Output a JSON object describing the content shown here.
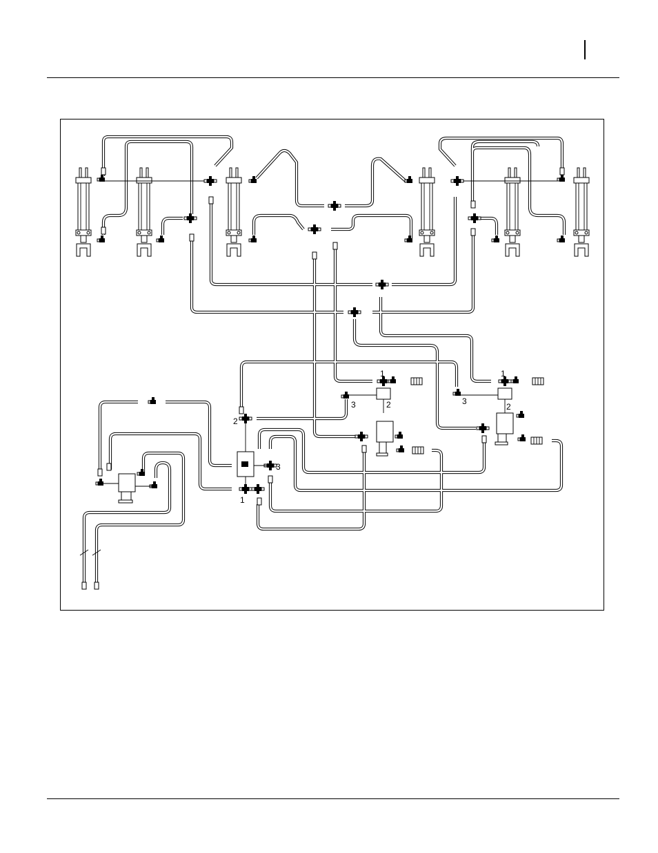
{
  "header": {
    "page_mark": ""
  },
  "diagram": {
    "callouts": [
      {
        "id": "c1-top",
        "text": "1"
      },
      {
        "id": "c2-top",
        "text": "2"
      },
      {
        "id": "c3-top",
        "text": "3"
      },
      {
        "id": "c1-right",
        "text": "1"
      },
      {
        "id": "c2-right",
        "text": "2"
      },
      {
        "id": "c3-right",
        "text": "3"
      },
      {
        "id": "c2-left",
        "text": "2"
      },
      {
        "id": "c3-left",
        "text": "3"
      },
      {
        "id": "c1-left",
        "text": "1"
      }
    ]
  },
  "footer": {}
}
